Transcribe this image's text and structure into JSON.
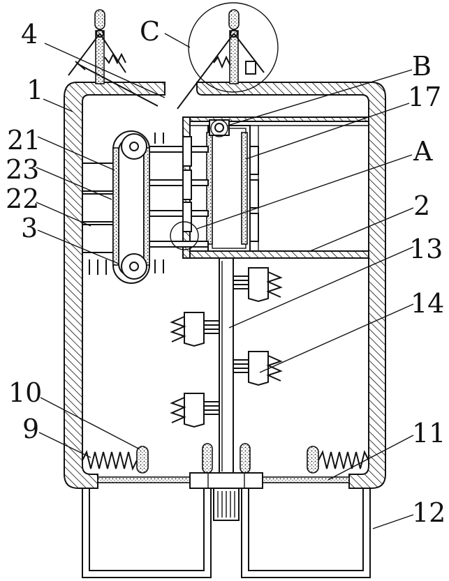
{
  "labels": {
    "l1": "1",
    "l2": "2",
    "l3": "3",
    "l4": "4",
    "l9": "9",
    "l10": "10",
    "l11": "11",
    "l12": "12",
    "l13": "13",
    "l14": "14",
    "l17": "17",
    "l21": "21",
    "l22": "22",
    "l23": "23",
    "lA": "A",
    "lB": "B",
    "lC": "C"
  }
}
